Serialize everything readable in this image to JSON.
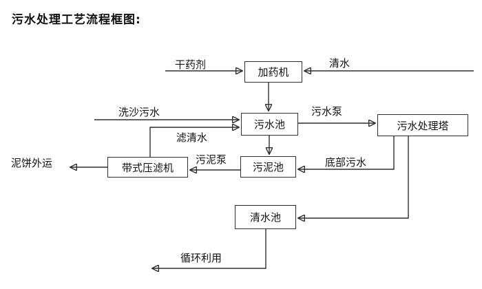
{
  "title": "污水处理工艺流程框图:",
  "nodes": {
    "dosing_machine": "加药机",
    "sewage_pool": "污水池",
    "treatment_tower": "污水处理塔",
    "belt_filter_press": "带式压滤机",
    "sludge_pool": "污泥池",
    "clean_water_pool": "清水池"
  },
  "edge_labels": {
    "dry_chemical": "干药剂",
    "clean_water": "清水",
    "sand_washing_sewage": "洗沙污水",
    "sewage_pump": "污水泵",
    "filtered_water": "滤清水",
    "mud_cake_out": "泥饼外运",
    "sludge_pump": "污泥泵",
    "bottom_sewage": "底部污水",
    "recycle_use": "循环利用"
  },
  "colors": {
    "line": "#2e2e2e",
    "text": "#111111",
    "background": "#ffffff"
  }
}
